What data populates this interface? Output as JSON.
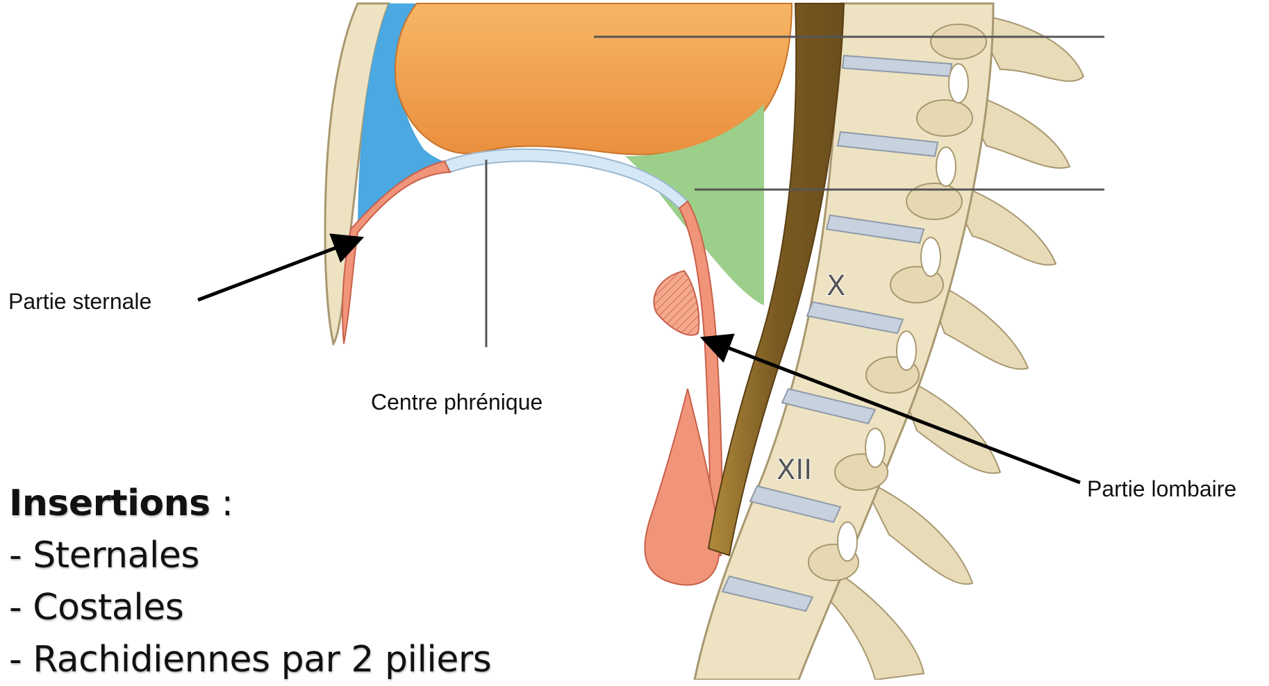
{
  "labels": {
    "sternale": "Partie sternale",
    "centre": "Centre phrénique",
    "lombaire": "Partie lombaire"
  },
  "vertebra_marks": {
    "x": "X",
    "xii": "XII"
  },
  "insertions": {
    "title": "Insertions",
    "colon": " :",
    "items": [
      "- Sternales",
      "- Costales",
      "- Rachidiennes par 2 piliers"
    ]
  },
  "colors": {
    "liver": "#f0a050",
    "diaphragm": "#f0957a",
    "bone": "#ede2c2",
    "disc": "#c8d2de",
    "pleura_blue": "#4ba8e0",
    "pleura_green": "#9ccf8a",
    "aorta": "#8a6a2a",
    "arrow": "#000000"
  }
}
